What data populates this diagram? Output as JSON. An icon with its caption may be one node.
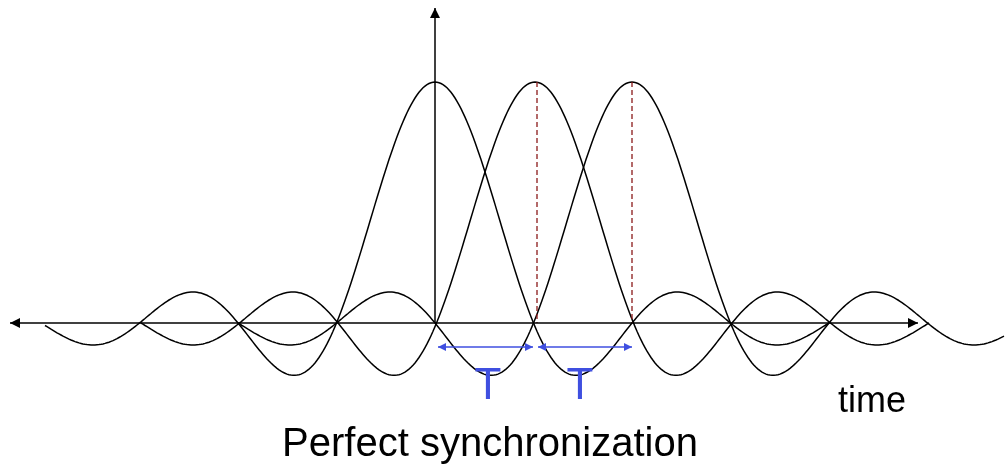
{
  "diagram": {
    "caption": "Perfect synchronization",
    "labels": [
      "T",
      "T",
      "time"
    ]
  }
}
